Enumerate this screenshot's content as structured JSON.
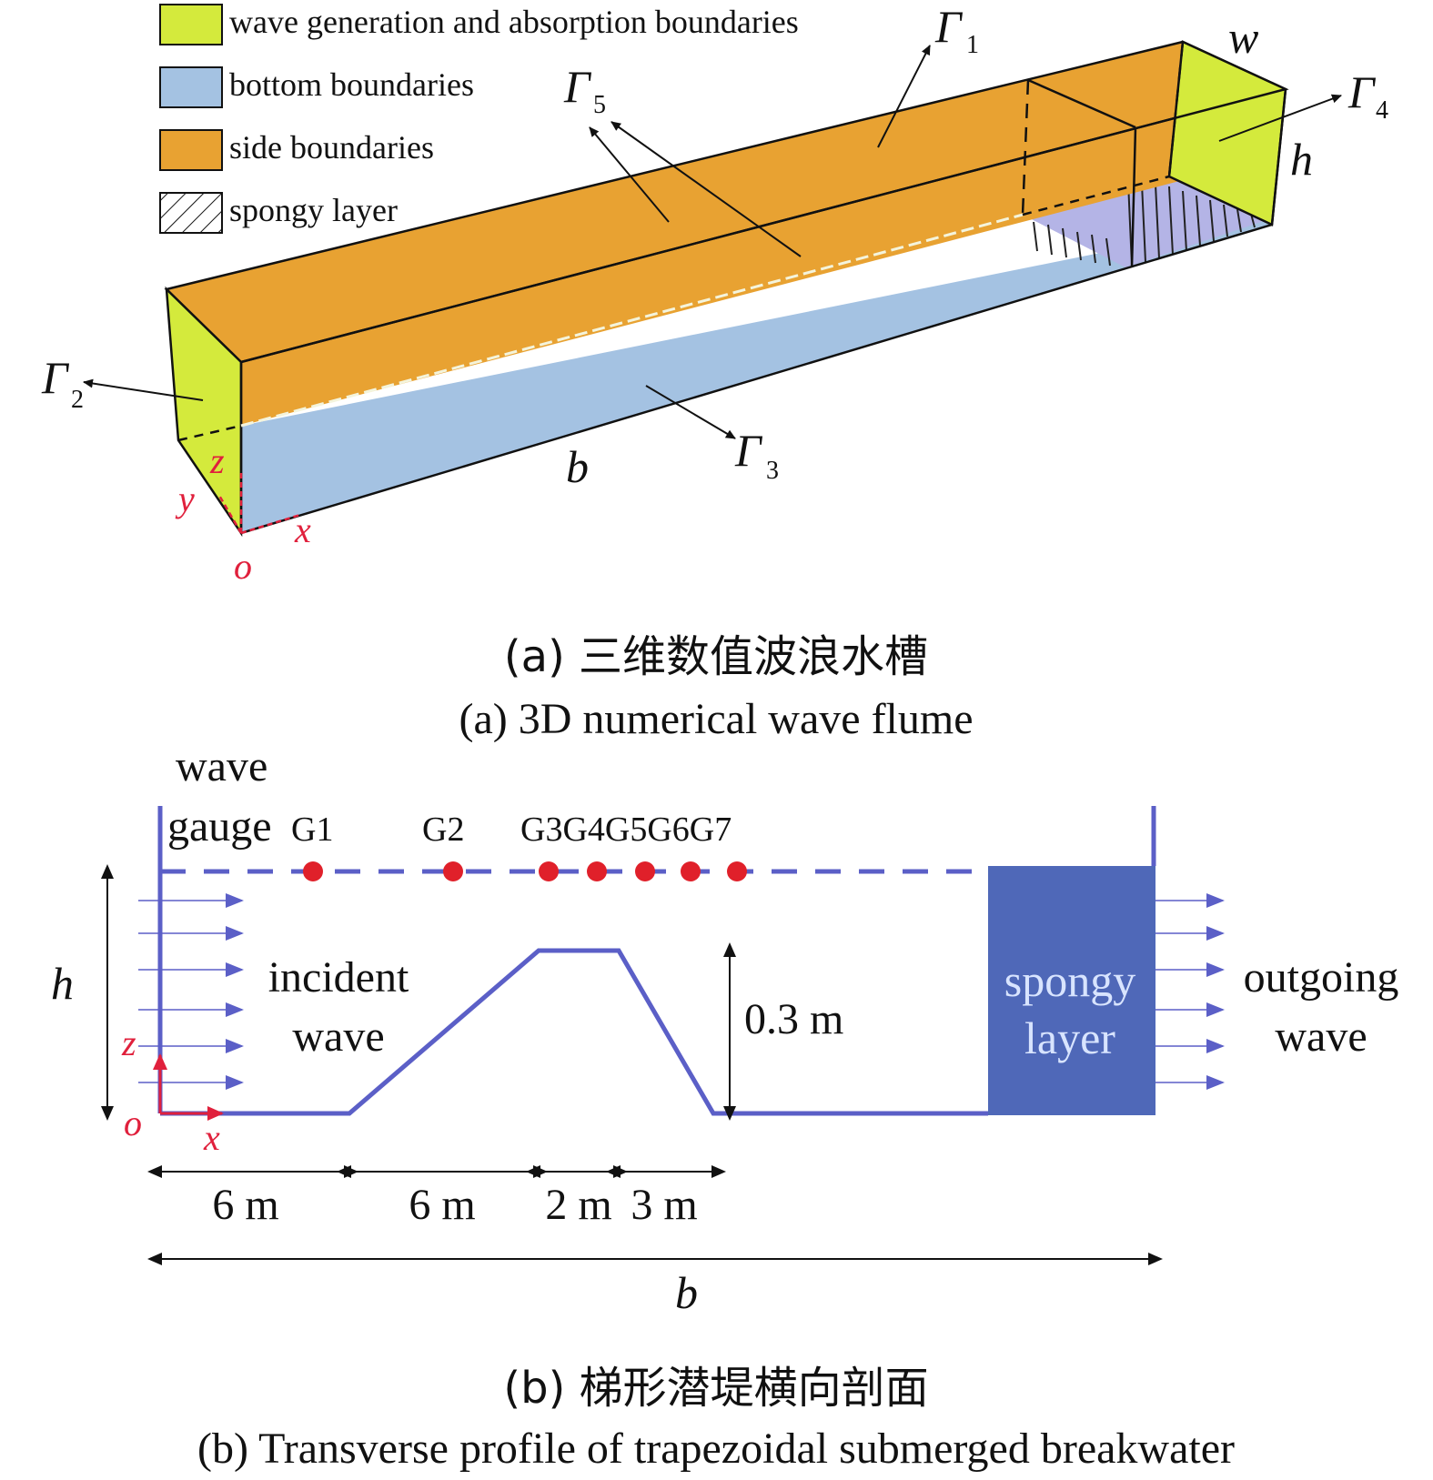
{
  "legend": {
    "wave_boundaries": "wave generation and absorption boundaries",
    "bottom_boundaries": "bottom boundaries",
    "side_boundaries": "side boundaries",
    "spongy_layer": "spongy layer"
  },
  "panel_a": {
    "gamma": "Γ",
    "gamma1_sub": "1",
    "gamma2_sub": "2",
    "gamma3_sub": "3",
    "gamma4_sub": "4",
    "gamma5_sub": "5",
    "w": "w",
    "h": "h",
    "b": "b",
    "x": "x",
    "y": "y",
    "z": "z",
    "o": "o",
    "caption_cn": "(a) 三维数值波浪水槽",
    "caption_en": "(a) 3D numerical wave flume"
  },
  "panel_b": {
    "wave_gauge_line1": "wave",
    "wave_gauge_line2": "gauge",
    "gauges": [
      "G1",
      "G2",
      "G3G4G5G6G7"
    ],
    "h": "h",
    "z": "z",
    "o": "o",
    "x": "x",
    "incident_line1": "incident",
    "incident_line2": "wave",
    "height_label": "0.3 m",
    "sponge_line1": "spongy",
    "sponge_line2": "layer",
    "outgoing_line1": "outgoing",
    "outgoing_line2": "wave",
    "dims": [
      "6 m",
      "6 m",
      "2 m",
      "3 m"
    ],
    "b": "b",
    "caption_cn": "(b) 梯形潜堤横向剖面",
    "caption_en": "(b) Transverse profile of trapezoidal submerged breakwater"
  },
  "colors": {
    "wave_boundary": "#d4ea3c",
    "bottom_boundary": "#a4c2e2",
    "side_boundary": "#e8a232",
    "profile_blue": "#5b5fc7",
    "sponge_blue": "#4f68b8",
    "gauge_red": "#e0202a",
    "axis_red": "#e0203c"
  }
}
